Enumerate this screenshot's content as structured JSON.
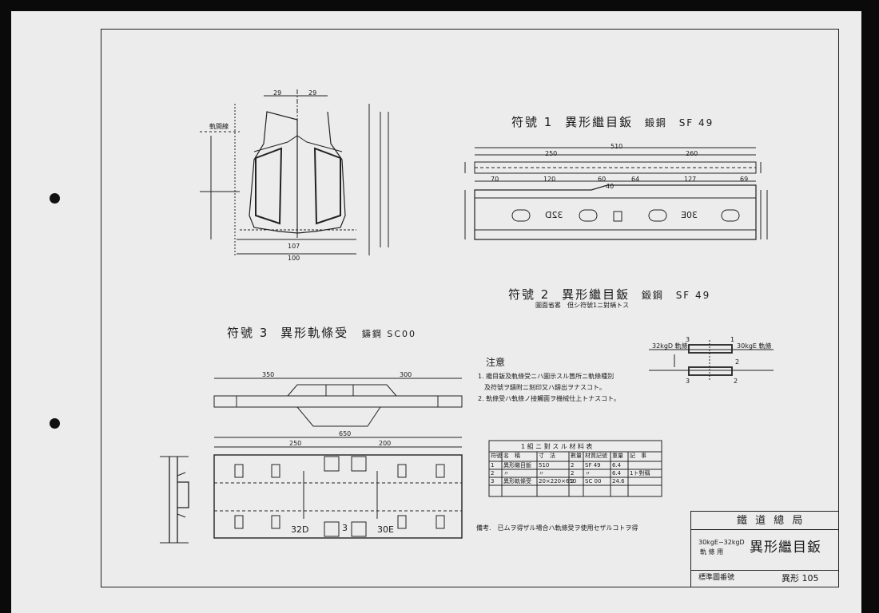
{
  "sheet_title_block": {
    "org": "鐵 道 總 局",
    "subtitle_line1": "30kgE−32kgD",
    "subtitle_line2": "軌 條 用",
    "main_title": "異形繼目鈑",
    "drawing_no_label": "標準圖番號",
    "drawing_no": "異形 105"
  },
  "part1": {
    "heading": "符號 1",
    "name": "異形繼目鈑",
    "material": "鍛鋼",
    "grade": "SF 49",
    "stamp_left": "32D",
    "stamp_right": "30E",
    "dims": [
      "510",
      "250",
      "260",
      "70",
      "120",
      "60",
      "64",
      "127",
      "69",
      "40"
    ]
  },
  "part2": {
    "heading": "符號 2",
    "name": "異形繼目鈑",
    "material": "鍛鋼",
    "grade": "SF 49",
    "note": "圖面省畧　但シ符號1ニ對稱トス"
  },
  "part3": {
    "heading": "符號 3",
    "name": "異形軌條受",
    "material": "鑄鋼 SC00",
    "dims": [
      "350",
      "300",
      "650",
      "250",
      "200"
    ],
    "labels": [
      "32D",
      "3",
      "30E"
    ]
  },
  "section": {
    "label_joint": "軌間線",
    "dims": [
      "29",
      "29",
      "107",
      "100"
    ]
  },
  "notes": {
    "heading": "注意",
    "items": [
      "1. 繼目鈑及軌條受ニハ圖示スル箇所ニ軌條種別",
      "　及符號ヲ鑄附ニ刻印又ハ鑄出ヲナスコト。",
      "2. 軌條受ハ軌條ノ接觸面ヲ機械仕上トナスコト。"
    ],
    "remark": "備考.　已ムヲ得ザル場合ハ軌條受ヲ使用セザルコトヲ得"
  },
  "small_diagram": {
    "left_label": "32kgD 軌條",
    "right_label": "30kgE 軌條",
    "markers": [
      "3",
      "1",
      "2",
      "3",
      "2"
    ]
  },
  "material_table": {
    "title": "1 組 ニ 對 ス ル 材 料 表",
    "headers": [
      "符號",
      "名　稱",
      "寸　法",
      "數量",
      "材質記號",
      "重量",
      "記　事"
    ],
    "rows": [
      [
        "1",
        "異形繼目鈑",
        "510",
        "2",
        "SF 49",
        "6.4",
        ""
      ],
      [
        "2",
        "〃",
        "〃",
        "2",
        "〃",
        "6.4",
        "1ト對稱"
      ],
      [
        "3",
        "異形軌條受",
        "20×220×650",
        "2",
        "SC 00",
        "24.6",
        ""
      ]
    ]
  }
}
